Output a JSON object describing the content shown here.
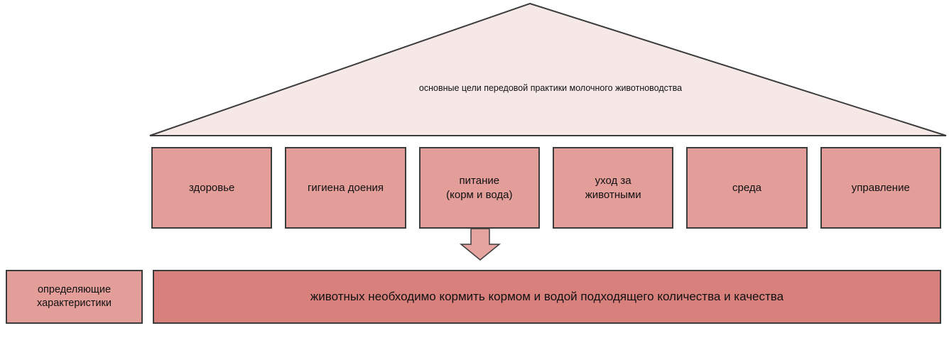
{
  "diagram": {
    "roof_label": "основные цели передовой практики молочного животноводства",
    "goal_boxes": [
      {
        "label": "здоровье"
      },
      {
        "label": "гигиена доения"
      },
      {
        "label": "питание\n(корм и вода)"
      },
      {
        "label": "уход за\nживотными"
      },
      {
        "label": "среда"
      },
      {
        "label": "управление"
      }
    ],
    "bottom": {
      "left_label": "определяющие\nхарактеристики",
      "statement": "животных необходимо кормить кормом и водой подходящего количества и качества"
    },
    "icons": {
      "down_arrow": "block-arrow-down"
    },
    "colors": {
      "roof_fill": "#f5e8e7",
      "box_fill": "#e39e9a",
      "statement_fill": "#d8807c",
      "border": "#3c3c3c"
    }
  }
}
